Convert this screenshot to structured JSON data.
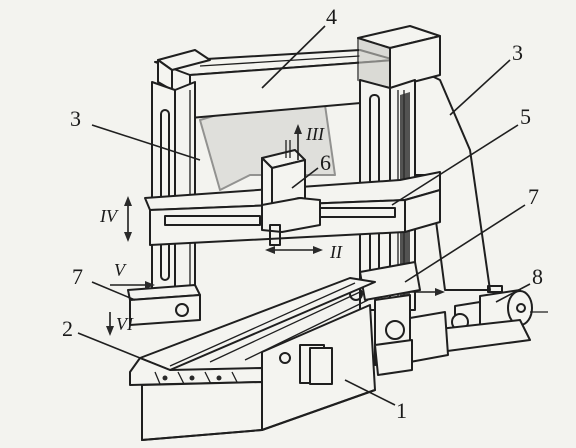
{
  "labels": {
    "l1": "1",
    "l2": "2",
    "l3a": "3",
    "l3b": "3",
    "l4": "4",
    "l5": "5",
    "l6": "6",
    "l7a": "7",
    "l7b": "7",
    "l8": "8"
  },
  "motions": {
    "m2": "II",
    "m3": "III",
    "m4": "IV",
    "m5": "V",
    "m6": "VI"
  }
}
